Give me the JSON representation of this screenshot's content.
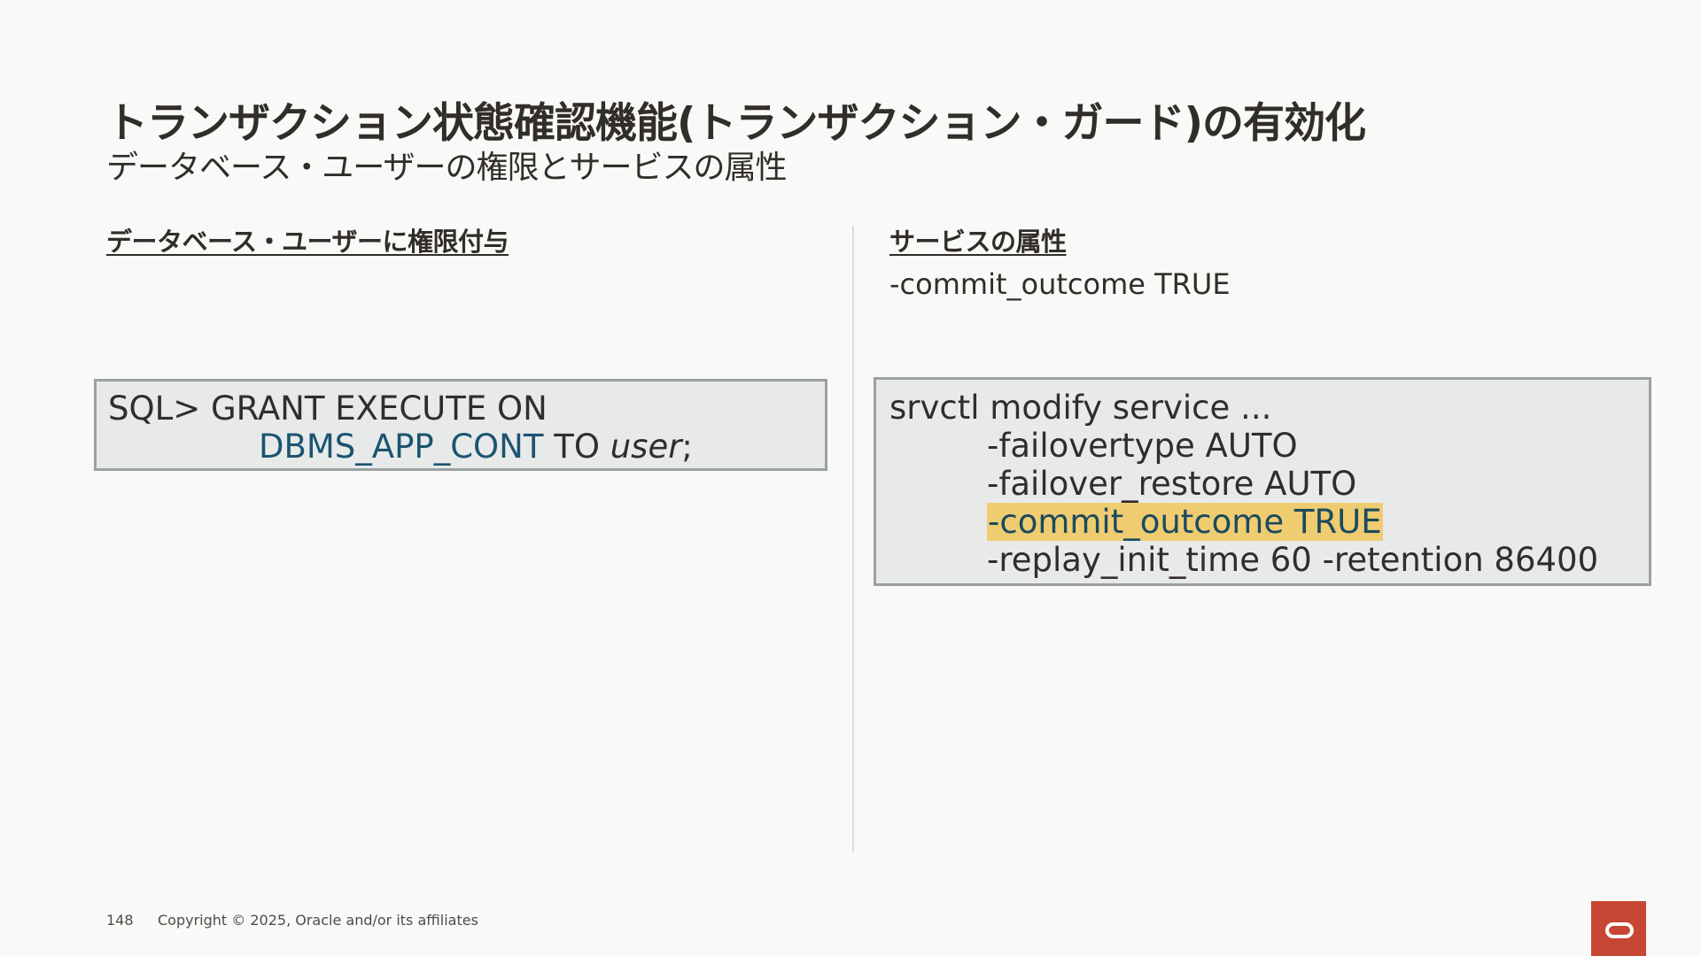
{
  "slide": {
    "title": "トランザクション状態確認機能(トランザクション・ガード)の有効化",
    "subtitle": "データベース・ユーザーの権限とサービスの属性"
  },
  "left": {
    "heading": "データベース・ユーザーに権限付与",
    "code": {
      "line1": "SQL> GRANT EXECUTE ON",
      "package": "DBMS_APP_CONT",
      "to_keyword": " TO ",
      "user": "user",
      "terminator": ";"
    }
  },
  "right": {
    "heading": "サービスの属性",
    "attribute": "-commit_outcome TRUE",
    "code": {
      "line1": "srvctl modify service ...",
      "line2": "-failovertype AUTO",
      "line3": "-failover_restore AUTO",
      "line4_highlighted": "-commit_outcome TRUE",
      "line5": "-replay_init_time 60 -retention 86400"
    }
  },
  "footer": {
    "page_number": "148",
    "copyright": "Copyright © 2025, Oracle and/or its affiliates"
  },
  "colors": {
    "background": "#f9f9f7",
    "code_background": "#e8eaea",
    "code_border": "#9ba1a2",
    "highlight": "#f0cc71",
    "keyword_blue": "#1b5470",
    "oracle_red": "#c74634"
  },
  "icons": {
    "logo": "oracle-logo-icon"
  }
}
